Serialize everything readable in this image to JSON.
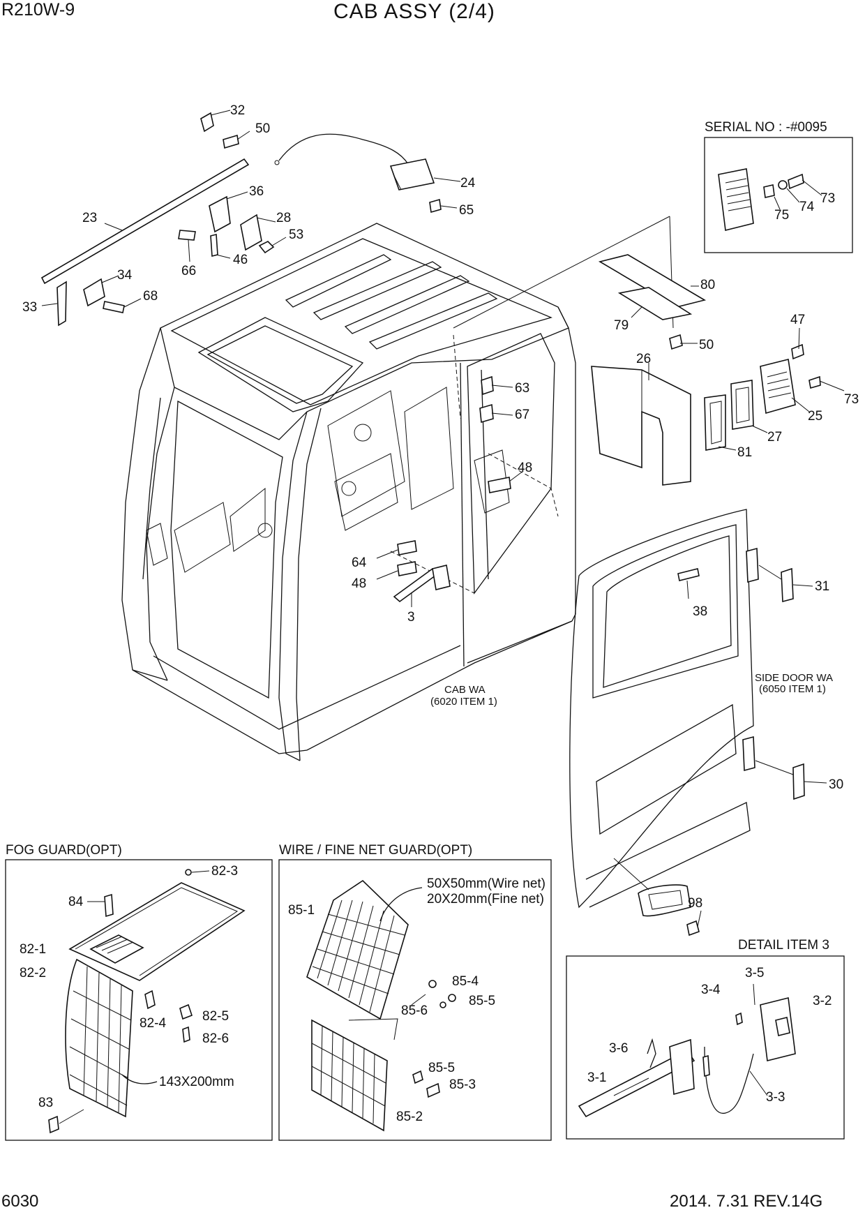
{
  "header": {
    "model": "R210W-9",
    "title": "CAB ASSY (2/4)"
  },
  "footer": {
    "page_number": "6030",
    "revision": "2014. 7.31  REV.14G"
  },
  "main_labels": {
    "cab_wa": [
      "CAB WA",
      "(6020 ITEM 1)"
    ],
    "side_door_wa": [
      "SIDE DOOR WA",
      "(6050 ITEM 1)"
    ]
  },
  "callouts": {
    "p32": "32",
    "p50a": "50",
    "p24": "24",
    "p65": "65",
    "p36": "36",
    "p28": "28",
    "p53": "53",
    "p23": "23",
    "p66": "66",
    "p46": "46",
    "p34": "34",
    "p68": "68",
    "p33": "33",
    "p80": "80",
    "p79": "79",
    "p50b": "50",
    "p47": "47",
    "p26": "26",
    "p73b": "73",
    "p25": "25",
    "p27": "27",
    "p81": "81",
    "p63": "63",
    "p67": "67",
    "p48a": "48",
    "p64": "64",
    "p48b": "48",
    "p3": "3",
    "p38": "38",
    "p31": "31",
    "p30": "30",
    "p98": "98"
  },
  "serial_box": {
    "title": "SERIAL NO : -#0095",
    "labels": {
      "p73": "73",
      "p74": "74",
      "p75": "75"
    }
  },
  "fog_guard": {
    "title": "FOG GUARD(OPT)",
    "labels": {
      "p82_3": "82-3",
      "p84": "84",
      "p82_1": "82-1",
      "p82_2": "82-2",
      "p82_5": "82-5",
      "p82_4": "82-4",
      "p82_6": "82-6",
      "p83": "83"
    },
    "dimension": "143X200mm"
  },
  "wire_guard": {
    "title": "WIRE / FINE NET GUARD(OPT)",
    "net_sizes": [
      "50X50mm(Wire net)",
      "20X20mm(Fine net)"
    ],
    "labels": {
      "p85_1": "85-1",
      "p85_4": "85-4",
      "p85_6": "85-6",
      "p85_5a": "85-5",
      "p85_5b": "85-5",
      "p85_3": "85-3",
      "p85_2": "85-2"
    }
  },
  "detail_item3": {
    "title": "DETAIL ITEM 3",
    "labels": {
      "p3_5": "3-5",
      "p3_4": "3-4",
      "p3_2": "3-2",
      "p3_6": "3-6",
      "p3_1": "3-1",
      "p3_3": "3-3"
    }
  }
}
